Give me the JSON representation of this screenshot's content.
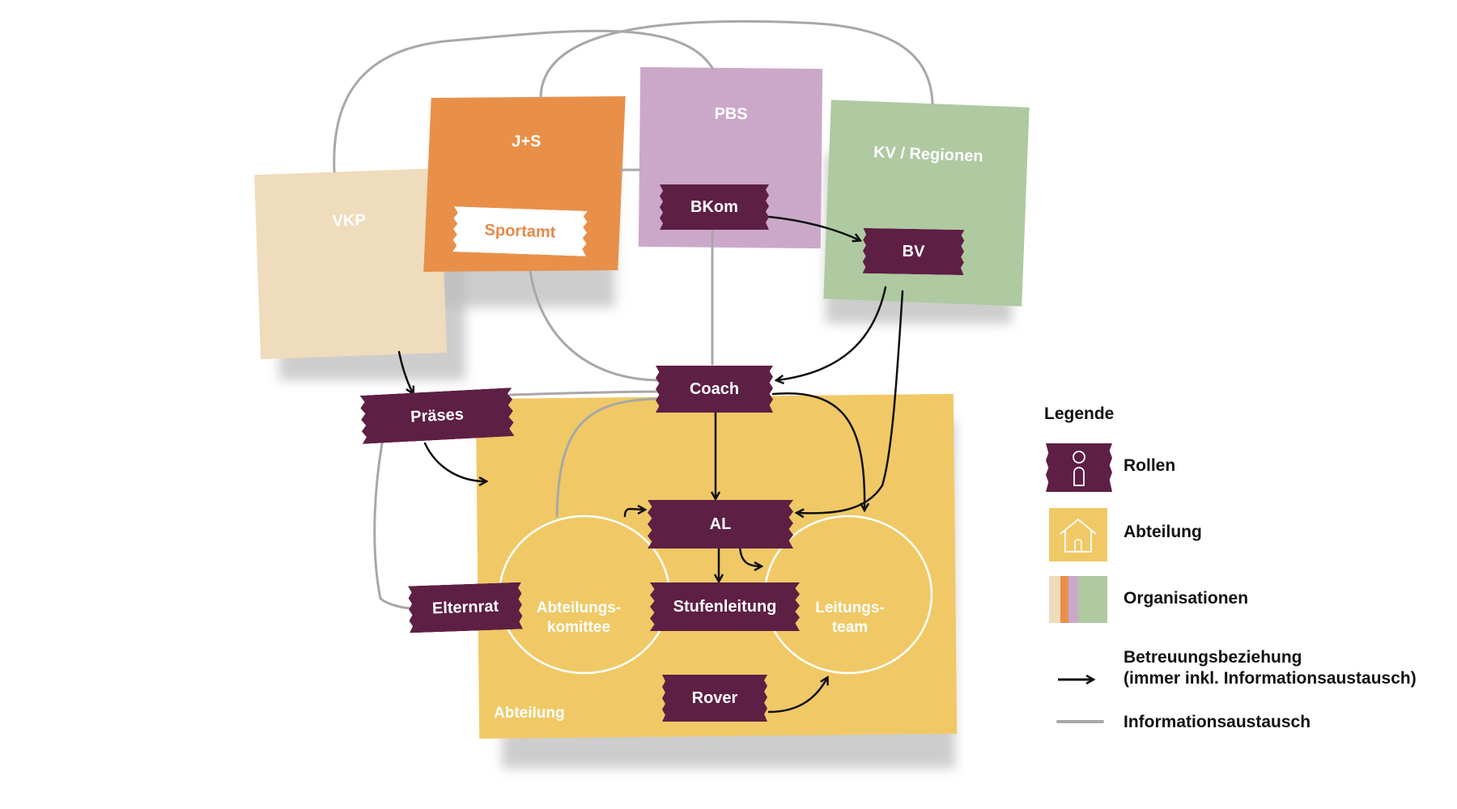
{
  "organisations": {
    "vkp": "VKP",
    "js": "J+S",
    "pbs": "PBS",
    "kv": "KV / Regionen"
  },
  "roles": {
    "sportamt": "Sportamt",
    "bkom": "BKom",
    "bv": "BV",
    "coach": "Coach",
    "praeses": "Präses",
    "al": "AL",
    "stufenleitung": "Stufenleitung",
    "elternrat": "Elternrat",
    "rover": "Rover"
  },
  "groups": {
    "abteilungskomittee": "Abteilungs-\nkomittee",
    "leitungsteam": "Leitungs-\nteam",
    "abteilung": "Abteilung"
  },
  "legend": {
    "title": "Legende",
    "rollen": "Rollen",
    "abteilung": "Abteilung",
    "organisationen": "Organisationen",
    "betreuung_line1": "Betreuungsbeziehung",
    "betreuung_line2": "(immer inkl. Informationsaustausch)",
    "info": "Informationsaustausch"
  },
  "colors": {
    "vkp": "#efdcbc",
    "js": "#e8904a",
    "pbs": "#cba8ca",
    "kv": "#afc9a1",
    "abteilung": "#f0c966",
    "role": "#5e1f44",
    "arrow": "#111111",
    "info_line": "#a8a8a8"
  }
}
